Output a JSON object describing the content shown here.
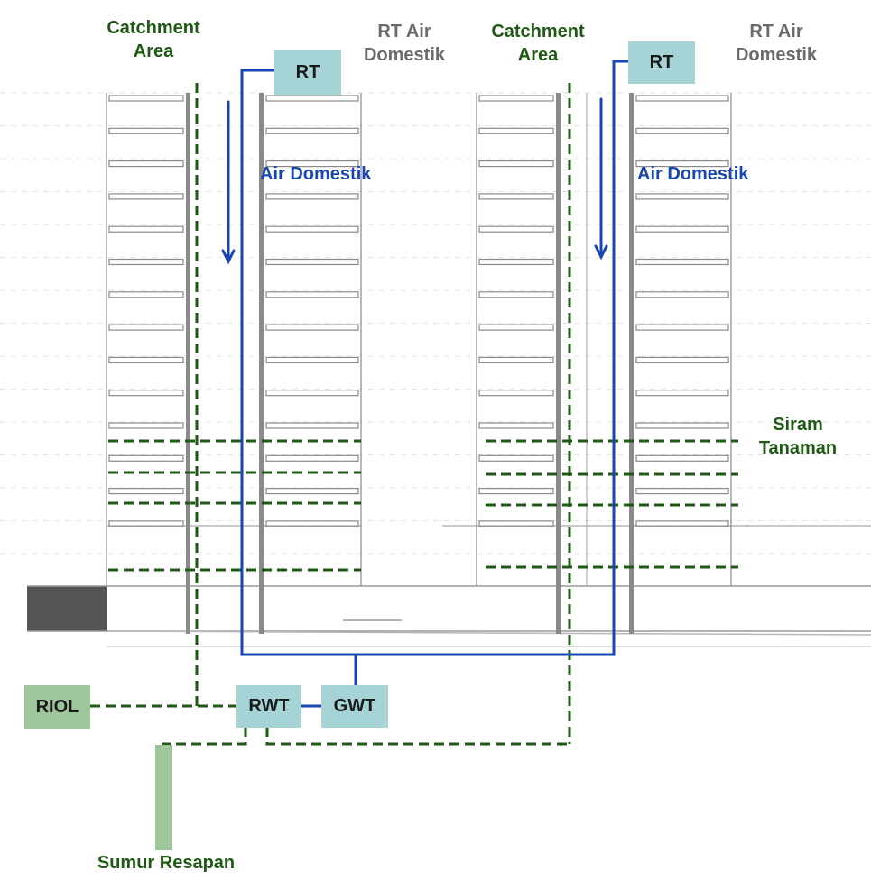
{
  "colors": {
    "water_line": "#1a46b4",
    "rain_line": "#1e5a14",
    "tank_box": "#a6d3d6",
    "outlet_box": "#9dc69a",
    "drawing_line": "#8a8a8a"
  },
  "labels": {
    "catchment_left": "Catchment\nArea",
    "catchment_right": "Catchment\nArea",
    "rt_air_domestik_left": "RT Air\nDomestik",
    "rt_air_domestik_right": "RT Air\nDomestik",
    "air_domestik_left": "Air Domestik",
    "air_domestik_right": "Air Domestik",
    "siram_tanaman": "Siram\nTanaman",
    "sumur_resapan": "Sumur Resapan"
  },
  "boxes": {
    "rt_left": "RT",
    "rt_right": "RT",
    "rwt": "RWT",
    "gwt": "GWT",
    "riol": "RIOL"
  },
  "icons": {
    "flow_arrow": "arrow-down-icon"
  }
}
